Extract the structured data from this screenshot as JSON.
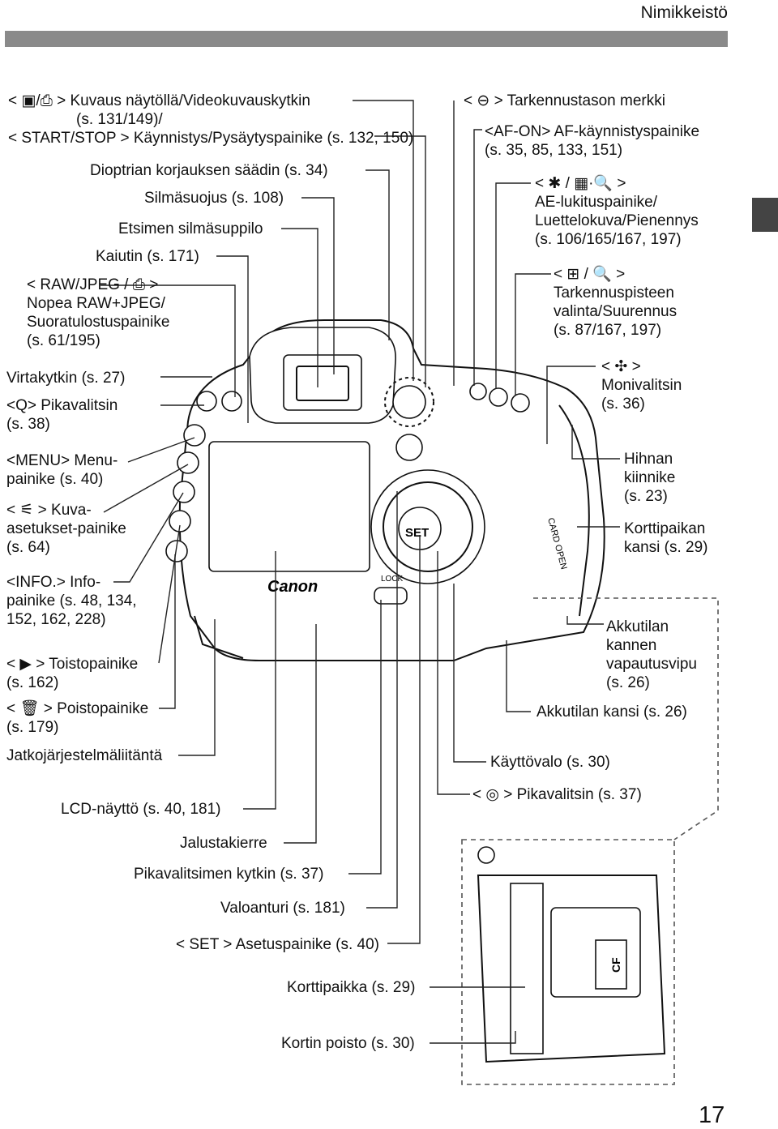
{
  "header": {
    "title": "Nimikkeistö"
  },
  "page": {
    "number": "17"
  },
  "camera": {
    "brand": "Canon",
    "set_label": "SET",
    "lock_label": "LOCK",
    "card_label": "CARD OPEN",
    "cf_label": "CF"
  },
  "labels": {
    "shooting_switch": [
      "< ▣/⎙ > Kuvaus näytöllä/Videokuvauskytkin",
      "(s. 131/149)/",
      "< START/STOP > Käynnistys/Pysäytyspainike (s. 132, 150)"
    ],
    "dioptric": "Dioptrian korjauksen säädin (s. 34)",
    "eyecup": "Silmäsuojus (s. 108)",
    "eyepiece": "Etsimen silmäsuppilo",
    "speaker": "Kaiutin (s. 171)",
    "raw_jpeg": [
      "< RAW/JPEG / ⎙ >",
      "Nopea RAW+JPEG/",
      "Suoratulostuspainike",
      "(s. 61/195)"
    ],
    "power": "Virtakytkin (s. 27)",
    "quick_control": [
      "<Q> Pikavalitsin",
      "(s. 38)"
    ],
    "menu": [
      "<MENU> Menu-",
      "painike (s. 40)"
    ],
    "picture_style": [
      "< ⚟ > Kuva-",
      "asetukset-painike",
      "(s. 64)"
    ],
    "info": [
      "<INFO.> Info-",
      "painike (s. 48, 134,",
      "152, 162, 228)"
    ],
    "playback": [
      "< ▶ > Toistopainike",
      "(s. 162)"
    ],
    "erase": [
      "< 🗑 > Poistopainike",
      "(s. 179)"
    ],
    "extension": "Jatkojärjestelmäliitäntä",
    "lcd": "LCD-näyttö (s. 40, 181)",
    "tripod": "Jalustakierre",
    "dial_lock": "Pikavalitsimen kytkin (s. 37)",
    "light_sensor": "Valoanturi (s. 181)",
    "setting_button": "< SET > Asetuspainike (s. 40)",
    "card_slot": "Korttipaikka (s. 29)",
    "card_eject": "Kortin poisto (s. 30)",
    "focal_plane": "< ⊖ > Tarkennustason merkki",
    "af_on": [
      "<AF-ON> AF-käynnistyspainike",
      "(s. 35, 85, 133, 151)"
    ],
    "ae_lock": [
      "< ✱ / ▦·🔍 >",
      "AE-lukituspainike/",
      "Luettelokuva/Pienennys",
      "(s. 106/165/167, 197)"
    ],
    "af_point": [
      "< ⊞ / 🔍 >",
      "Tarkennuspisteen",
      "valinta/Suurennus",
      "(s. 87/167, 197)"
    ],
    "multi_controller": [
      "< ✣ >",
      "Monivalitsin",
      "(s. 36)"
    ],
    "strap": [
      "Hihnan",
      "kiinnike",
      "(s. 23)"
    ],
    "card_cover": [
      "Korttipaikan",
      "kansi (s. 29)"
    ],
    "battery_lever": [
      "Akkutilan",
      "kannen",
      "vapautusvipu",
      "(s. 26)"
    ],
    "battery_cover": "Akkutilan kansi (s. 26)",
    "access_lamp": "Käyttövalo (s. 30)",
    "quick_dial": "< ◎ > Pikavalitsin (s. 37)"
  }
}
